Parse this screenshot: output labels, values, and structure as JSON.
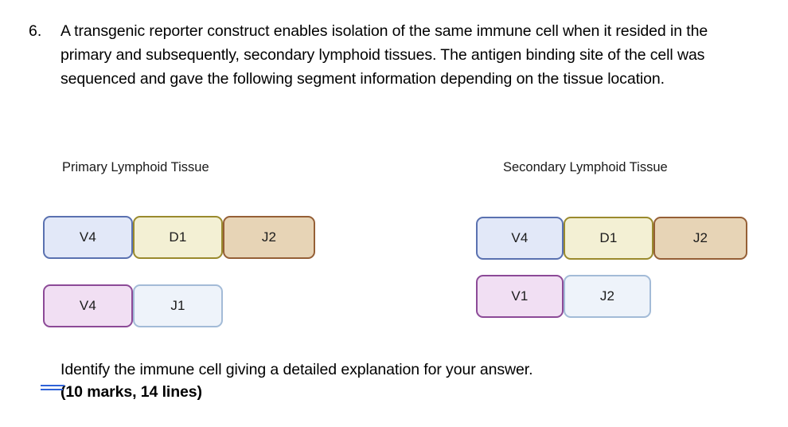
{
  "question": {
    "number": "6.",
    "stem": "A transgenic reporter construct enables isolation of the same immune cell when it resided in the primary and subsequently, secondary lymphoid tissues. The antigen binding site of the cell was sequenced and gave the following segment information depending on the tissue location."
  },
  "diagram": {
    "panels": [
      {
        "title": "Primary Lymphoid Tissue",
        "rows": [
          {
            "segments": [
              {
                "label": "V4",
                "theme": "seg-v-blue",
                "width": 113
              },
              {
                "label": "D1",
                "theme": "seg-d-cream",
                "width": 113
              },
              {
                "label": "J2",
                "theme": "seg-j-tan",
                "width": 116
              }
            ]
          },
          {
            "segments": [
              {
                "label": "V4",
                "theme": "seg-v-lilac",
                "width": 113
              },
              {
                "label": "J1",
                "theme": "seg-j-pale",
                "width": 113
              }
            ]
          }
        ]
      },
      {
        "title": "Secondary Lymphoid Tissue",
        "rows": [
          {
            "segments": [
              {
                "label": "V4",
                "theme": "seg-v-blue",
                "width": 110
              },
              {
                "label": "D1",
                "theme": "seg-d-cream",
                "width": 113
              },
              {
                "label": "J2",
                "theme": "seg-j-tan",
                "width": 118
              }
            ]
          },
          {
            "segments": [
              {
                "label": "V1",
                "theme": "seg-v-lilac",
                "width": 110
              },
              {
                "label": "J2",
                "theme": "seg-j-pale",
                "width": 110
              }
            ]
          }
        ]
      }
    ]
  },
  "closing": {
    "instruction": "Identify the immune cell giving a detailed explanation for your answer.",
    "marks": "(10 marks, 14 lines)",
    "edit_mark_color": "#2f62d8"
  }
}
